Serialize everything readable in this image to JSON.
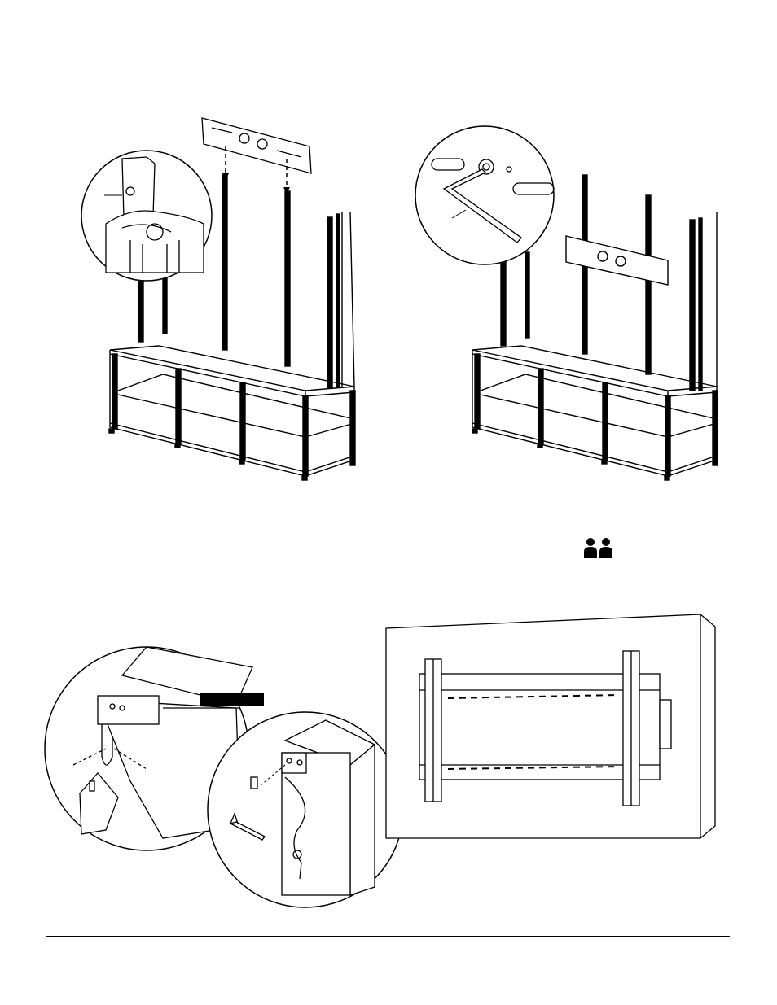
{
  "figures": [
    {
      "id": "a",
      "icon": "stand-with-mounting-plate-inserted"
    },
    {
      "id": "b",
      "icon": "stand-with-hex-key-tightening"
    },
    {
      "id": "c",
      "icon": "hook-bracket-detail"
    },
    {
      "id": "d",
      "icon": "wall-plate-with-display"
    }
  ],
  "icons": {
    "two_person": "two-person-icon"
  },
  "colors": {
    "ink": "#000000",
    "paper": "#ffffff"
  }
}
